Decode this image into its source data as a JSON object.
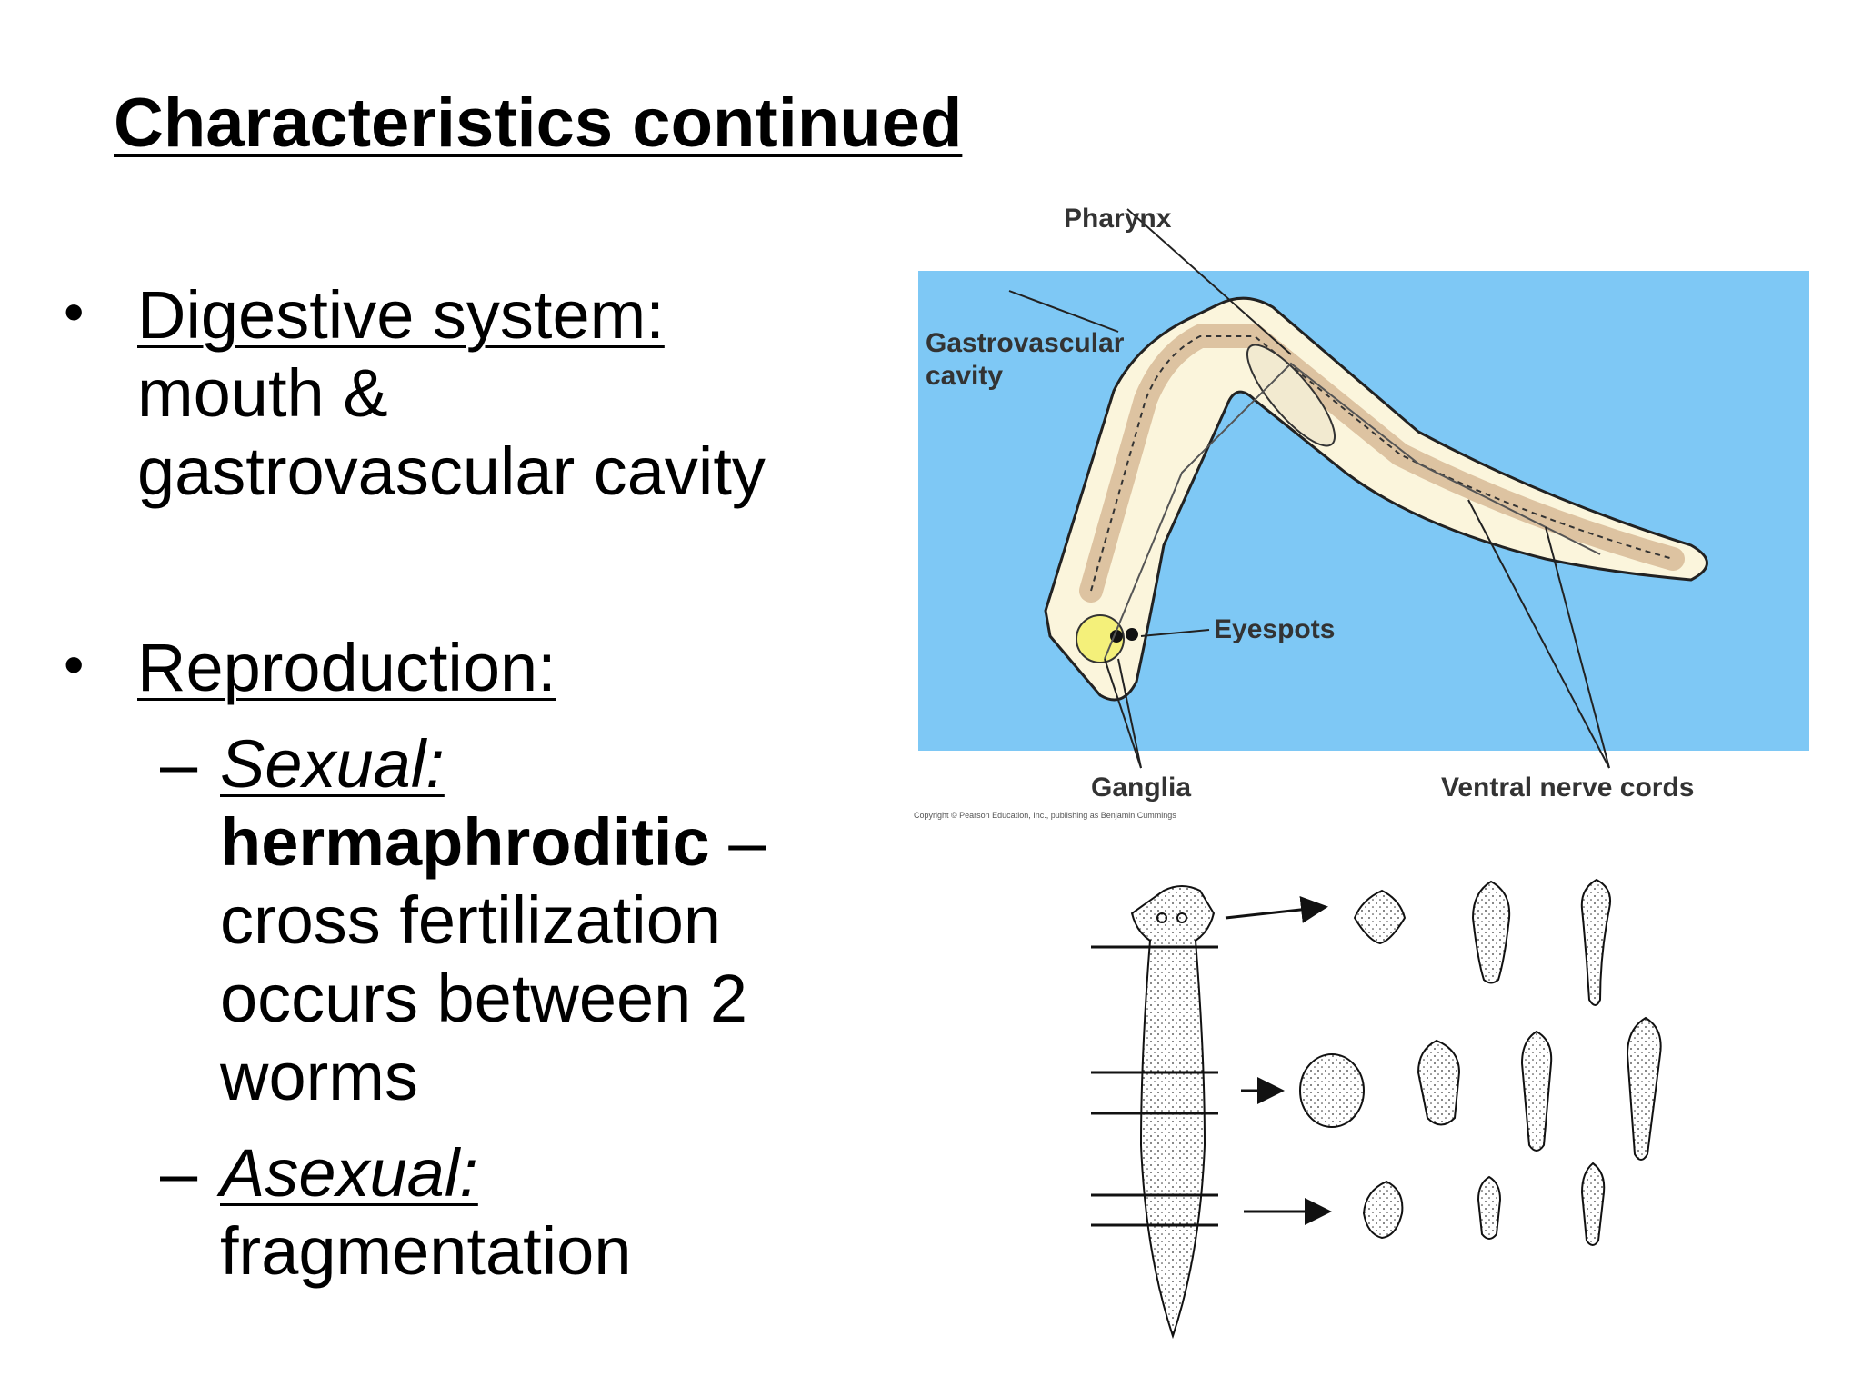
{
  "title": "Characteristics continued",
  "bullets": {
    "digestive_heading": "Digestive system:",
    "digestive_line1": "mouth &",
    "digestive_line2": "gastrovascular cavity",
    "reproduction_heading": "Reproduction:",
    "sexual_heading": "Sexual:",
    "sexual_bold": "hermaphroditic",
    "sexual_dash": " –",
    "sexual_line2": "cross fertilization",
    "sexual_line3": "occurs between 2",
    "sexual_line4": "worms",
    "asexual_heading": "Asexual:",
    "asexual_line1": "fragmentation"
  },
  "symbols": {
    "bullet": "•",
    "dash": "–"
  },
  "anatomy_diagram": {
    "background_color": "#7ec8f5",
    "labels": {
      "pharynx": "Pharynx",
      "gastrovascular": "Gastrovascular",
      "cavity": "cavity",
      "eyespots": "Eyespots",
      "ganglia": "Ganglia",
      "ventral_nerve_cords": "Ventral nerve cords",
      "copyright": "Copyright © Pearson Education, Inc., publishing as Benjamin Cummings"
    }
  }
}
